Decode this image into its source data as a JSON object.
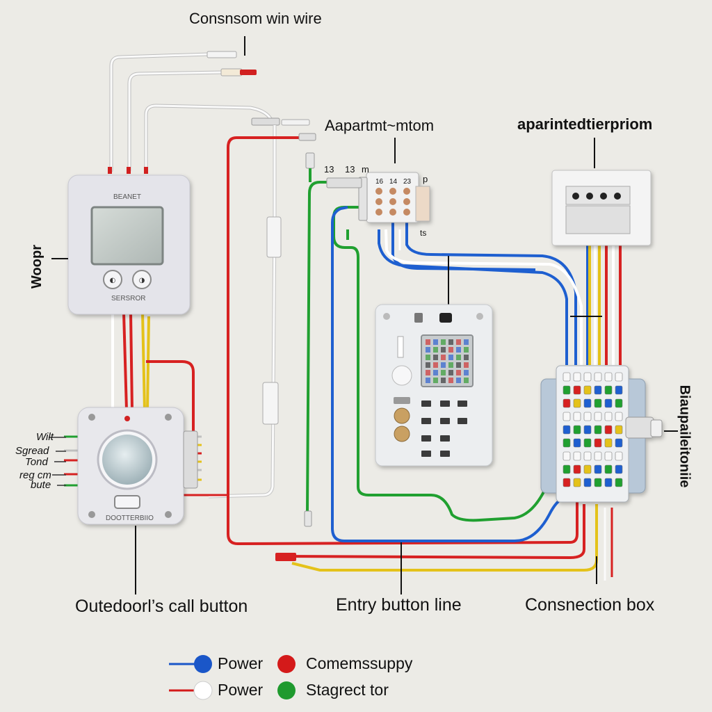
{
  "labels": {
    "top_wire": "Consnsom win wire",
    "apartment_module": "Aapartmt~mtom",
    "apartment_panel": "aparintedtierpriom",
    "left_side": "Woopr",
    "right_side": "Biaupaileitoniie",
    "outdoor_button": "Outedoorl’s call button",
    "entry_line": "Entry button line",
    "connection_box": "Consnection box",
    "left_labels": [
      "Wilt",
      "Sgread",
      "Tond",
      "reg cm",
      "bute"
    ]
  },
  "device_text": {
    "monitor_top": "BEANET",
    "monitor_bottom": "SERSROR",
    "outdoor_bottom": "DOOTTERBIIO",
    "module_numbers": [
      "13",
      "13",
      "m",
      "p",
      "ts"
    ],
    "terminal_numbers": [
      "16",
      "14",
      "23"
    ]
  },
  "legend": [
    {
      "label": "Power",
      "color": "#1a56c8"
    },
    {
      "label": "Comemssuppy",
      "color": "#d41a1a"
    },
    {
      "label": "Power",
      "color": "#ffffff"
    },
    {
      "label": "Stagrect tor",
      "color": "#1f9a2e"
    }
  ],
  "colors": {
    "red": "#d72121",
    "blue": "#1e5fd0",
    "green": "#20a030",
    "yellow": "#e4c21a",
    "white": "#fafafa"
  }
}
